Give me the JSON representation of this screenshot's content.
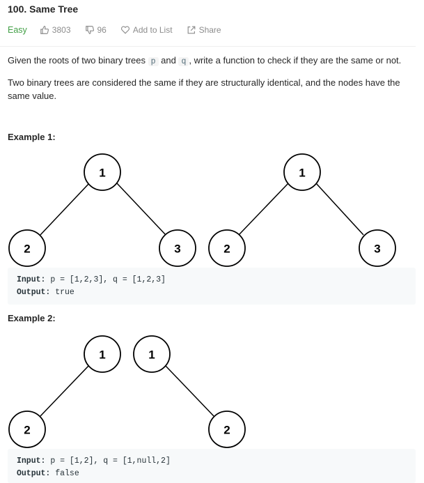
{
  "problem": {
    "title": "100. Same Tree",
    "difficulty": "Easy",
    "likes": "3803",
    "dislikes": "96",
    "add_to_list_label": "Add to List",
    "share_label": "Share",
    "difficulty_color": "#43a047"
  },
  "description": {
    "line1_pre": "Given the roots of two binary trees ",
    "line1_p": "p",
    "line1_mid": " and ",
    "line1_q": "q",
    "line1_post": ", write a function to check if they are the same or not.",
    "line2": "Two binary trees are considered the same if they are structurally identical, and the nodes have the same value."
  },
  "examples": [
    {
      "title": "Example 1:",
      "input_label": "Input:",
      "input_value": "p = [1,2,3], q = [1,2,3]",
      "output_label": "Output:",
      "output_value": "true",
      "nodes": [
        "1",
        "2",
        "3",
        "1",
        "2",
        "3"
      ]
    },
    {
      "title": "Example 2:",
      "input_label": "Input:",
      "input_value": "p = [1,2], q = [1,null,2]",
      "output_label": "Output:",
      "output_value": "false",
      "nodes": [
        "1",
        "2",
        "1",
        "2"
      ]
    }
  ],
  "icons": {
    "like": "thumbs-up-icon",
    "dislike": "thumbs-down-icon",
    "add": "heart-icon",
    "share": "share-icon"
  }
}
